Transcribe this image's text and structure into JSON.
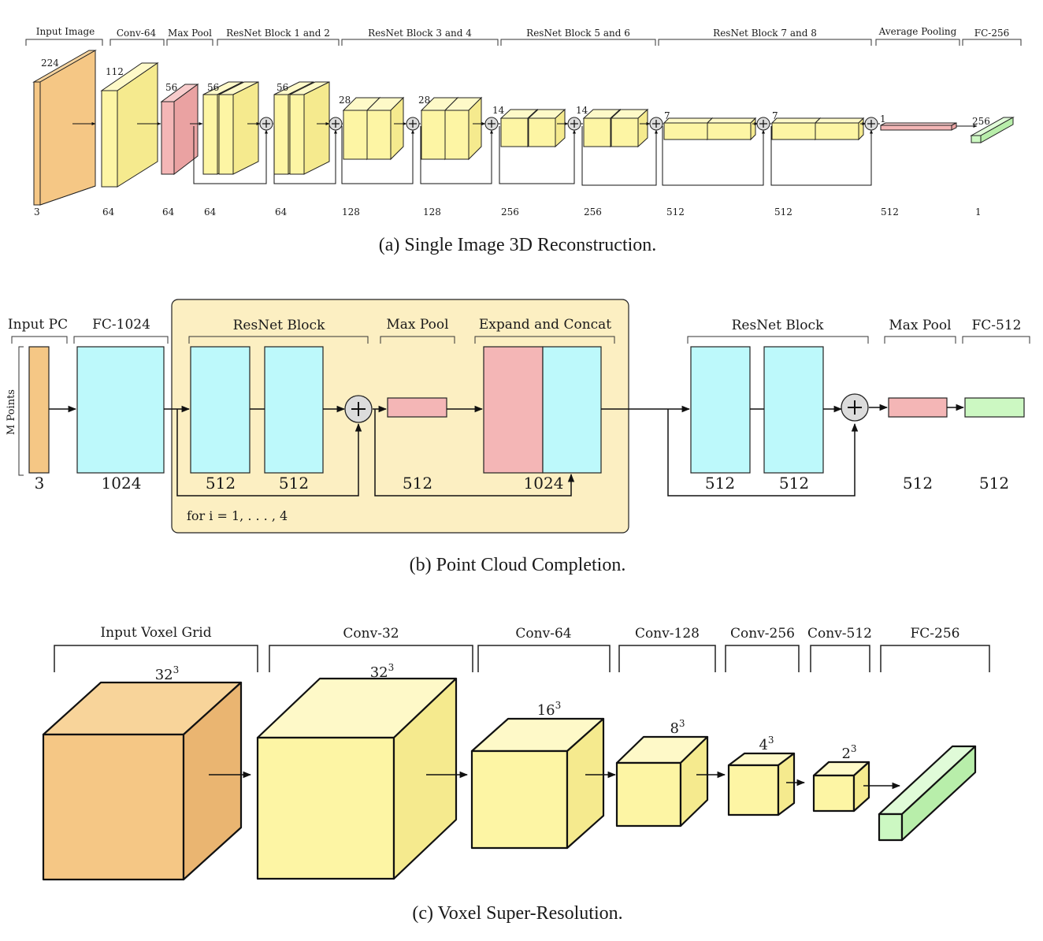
{
  "colors": {
    "input": "#f5c785",
    "conv": "#fdf5a4",
    "pool": "#f4b6b6",
    "fc": "#ccf8c2",
    "cyan": "#bdf9fb",
    "panel": "#fcefc2"
  },
  "panel_a": {
    "caption": "(a) Single Image 3D Reconstruction.",
    "groups": [
      "Input Image",
      "Conv-64",
      "Max Pool",
      "ResNet Block 1 and 2",
      "ResNet Block 3 and 4",
      "ResNet Block 5 and 6",
      "ResNet Block 7 and 8",
      "Average Pooling",
      "FC-256"
    ],
    "sizes": [
      "224",
      "112",
      "56",
      "56",
      "56",
      "28",
      "28",
      "14",
      "14",
      "7",
      "7",
      "1",
      "256"
    ],
    "channels": [
      "3",
      "64",
      "64",
      "64",
      "64",
      "128",
      "128",
      "256",
      "256",
      "512",
      "512",
      "512",
      "1"
    ]
  },
  "panel_b": {
    "caption": "(b) Point Cloud Completion.",
    "groups": [
      "Input PC",
      "FC-1024",
      "ResNet Block",
      "Max Pool",
      "Expand and Concat",
      "ResNet Block",
      "Max Pool",
      "FC-512"
    ],
    "side_label": "M Points",
    "loop_label": "for i = 1, . . . , 4",
    "widths": [
      "3",
      "1024",
      "512",
      "512",
      "512",
      "1024",
      "512",
      "512",
      "512",
      "512"
    ]
  },
  "panel_c": {
    "caption": "(c) Voxel Super-Resolution.",
    "groups": [
      "Input Voxel Grid",
      "Conv-32",
      "Conv-64",
      "Conv-128",
      "Conv-256",
      "Conv-512",
      "FC-256"
    ],
    "sizes": [
      "32",
      "32",
      "16",
      "8",
      "4",
      "2"
    ],
    "exponent": "3"
  }
}
